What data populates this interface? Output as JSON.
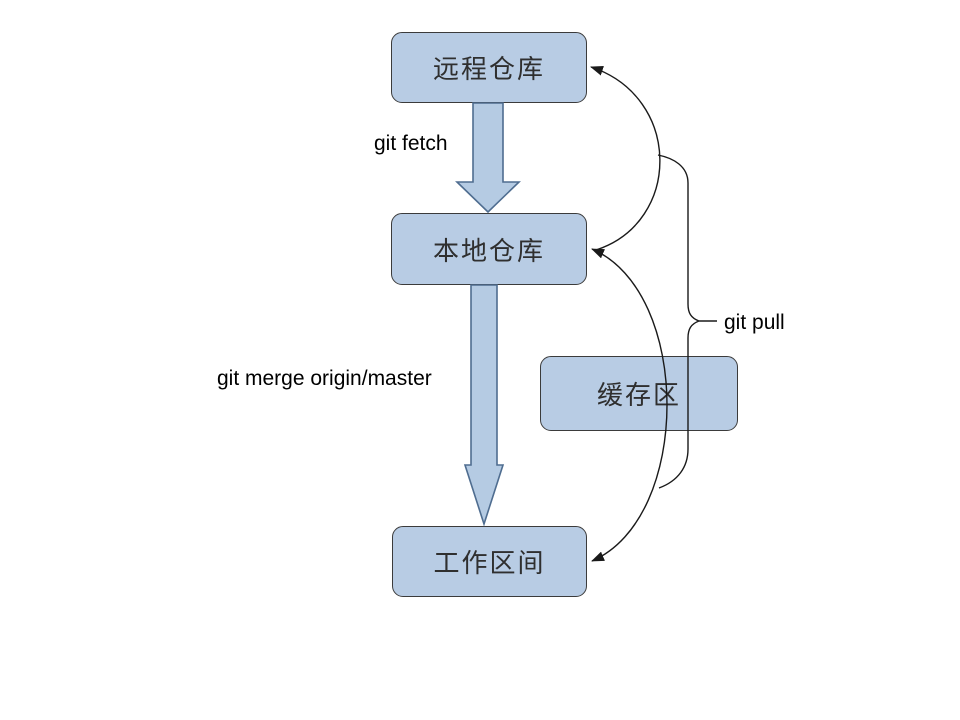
{
  "diagram": {
    "nodes": [
      {
        "id": "remote-repo",
        "label": "远程仓库"
      },
      {
        "id": "local-repo",
        "label": "本地仓库"
      },
      {
        "id": "staging-area",
        "label": "缓存区"
      },
      {
        "id": "working-area",
        "label": "工作区间"
      }
    ],
    "edge_labels": {
      "fetch": "git fetch",
      "merge": "git merge origin/master",
      "pull": "git pull"
    },
    "colors": {
      "background": "#ffffff",
      "node_fill": "#b8cce4",
      "node_border": "#3b3b3b",
      "node_text": "#2f2f2f",
      "block_arrow_fill": "#b5cbe3",
      "block_arrow_border": "#4f6d90",
      "connector": "#1a1a1a",
      "label_text": "#000000"
    }
  }
}
